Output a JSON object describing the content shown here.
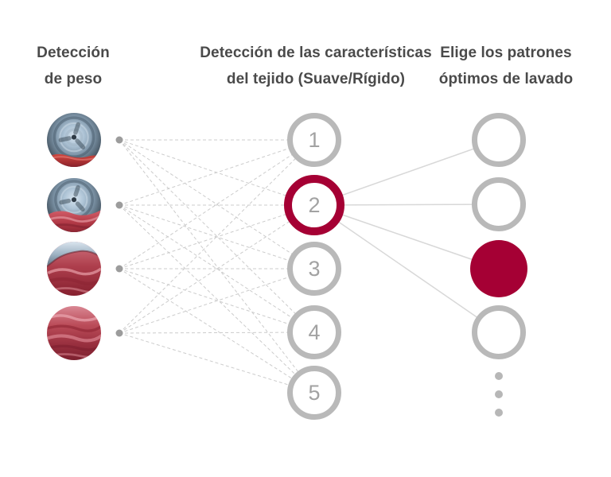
{
  "columns": {
    "weight": {
      "heading_lines": [
        "Detección",
        "de peso"
      ],
      "photos": [
        {
          "icon": "drum-empty-small-cloth-photo"
        },
        {
          "icon": "drum-partial-cloth-photo"
        },
        {
          "icon": "drum-mostly-cloth-photo"
        },
        {
          "icon": "cloth-full-photo"
        }
      ]
    },
    "fabric": {
      "heading_lines": [
        "Detección de las características",
        "del tejido (Suave/Rígido)"
      ],
      "nodes": [
        {
          "label": "1",
          "selected": false
        },
        {
          "label": "2",
          "selected": true
        },
        {
          "label": "3",
          "selected": false
        },
        {
          "label": "4",
          "selected": false
        },
        {
          "label": "5",
          "selected": false
        }
      ]
    },
    "pattern": {
      "heading_lines": [
        "Elige los patrones",
        "óptimos de lavado"
      ],
      "nodes": [
        {
          "selected": false
        },
        {
          "selected": false
        },
        {
          "selected": true
        },
        {
          "selected": false
        }
      ],
      "ellipsis_dots": 3
    }
  },
  "colors": {
    "accent": "#a50034",
    "ring_gray": "#b9b9b9",
    "number_gray": "#a2a2a2",
    "heading_text": "#4a4a4a",
    "dashed_line": "#cccccc",
    "solid_line": "#d8d8d8",
    "connector_dot": "#9c9c9c",
    "ellipsis_dot": "#b7b7b7"
  }
}
